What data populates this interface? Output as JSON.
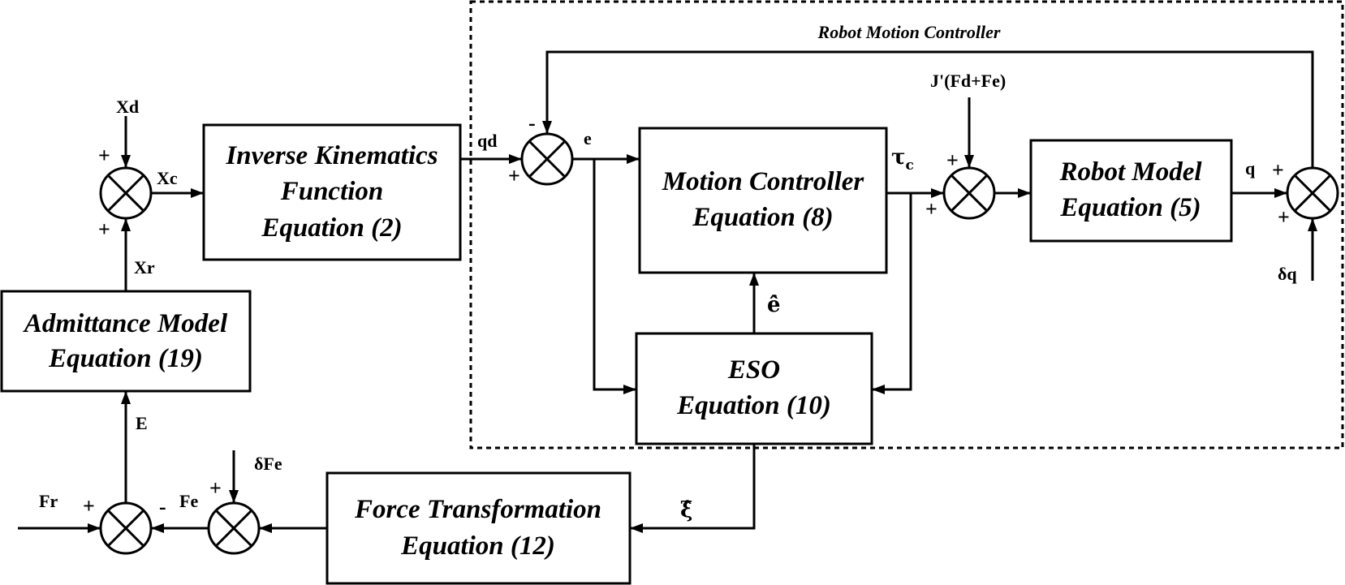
{
  "container": {
    "title": "Robot Motion Controller"
  },
  "blocks": {
    "inverse_kinematics": {
      "line1": "Inverse Kinematics",
      "line2": "Function",
      "line3": "Equation (2)"
    },
    "motion_controller": {
      "line1": "Motion Controller",
      "line2": "Equation (8)"
    },
    "robot_model": {
      "line1": "Robot Model",
      "line2": "Equation (5)"
    },
    "eso": {
      "line1": "ESO",
      "line2": "Equation (10)"
    },
    "admittance_model": {
      "line1": "Admittance Model",
      "line2": "Equation (19)"
    },
    "force_transformation": {
      "line1": "Force Transformation",
      "line2": "Equation (12)"
    }
  },
  "signals": {
    "xd": "Xd",
    "xc": "Xc",
    "xr": "Xr",
    "e_cap": "E",
    "qd": "qd",
    "e": "e",
    "tau": "τ",
    "tau_sub": "c",
    "jt_force": "J'(Fd+Fe)",
    "q": "q",
    "delta_q": "δq",
    "e_dot_hat": "ê̇",
    "xi_hat": "ξ̂",
    "fr": "Fr",
    "fe": "Fe",
    "delta_fe": "δFe"
  },
  "signs": {
    "plus": "+",
    "minus": "-"
  }
}
